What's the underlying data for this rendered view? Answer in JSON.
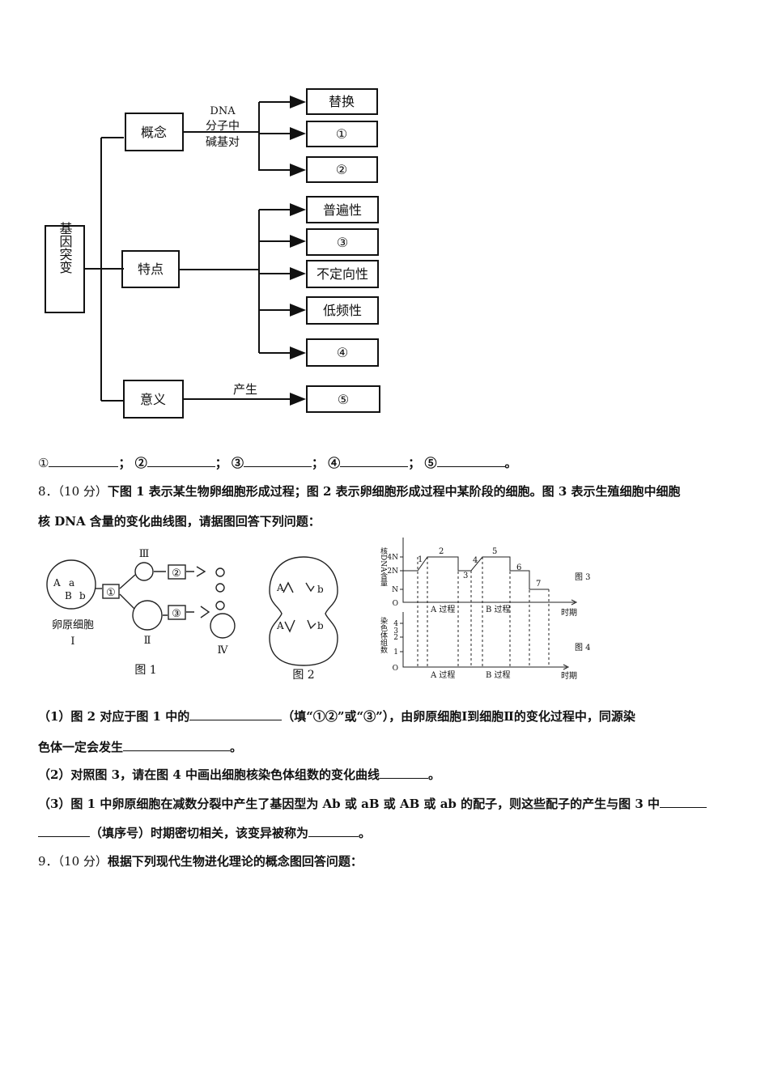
{
  "mindmap": {
    "root": "基因突变",
    "concept": "概念",
    "dna_note": [
      "DNA",
      "分子中",
      "碱基对"
    ],
    "concept_items": [
      "替换",
      "①",
      "②"
    ],
    "feature": "特点",
    "feature_items": [
      "普遍性",
      "③",
      "不定向性",
      "低频性",
      "④"
    ],
    "meaning": "意义",
    "meaning_arrow": "产生",
    "meaning_item": "⑤"
  },
  "answer_line": {
    "labels": [
      "①",
      "②",
      "③",
      "④",
      "⑤"
    ],
    "seps": [
      "；",
      "；",
      "；",
      "；",
      "。"
    ]
  },
  "q8": {
    "num": "8．",
    "score": "（10 分）",
    "text1": "下图 1 表示某生物卵细胞形成过程；图 2 表示卵细胞形成过程中某阶段的细胞。图 3 表示生殖细胞中细胞",
    "text2": "核 DNA 含量的变化曲线图，请据图回答下列问题：",
    "fig1": {
      "caption": "图 1",
      "cell_label": "卵原细胞",
      "cell_roman": "Ⅰ",
      "genes": [
        "A",
        "a",
        "B",
        "b"
      ],
      "steps": [
        "①",
        "②",
        "③"
      ],
      "romans": [
        "Ⅲ",
        "Ⅱ",
        "Ⅳ"
      ]
    },
    "fig2": {
      "caption": "图 2",
      "genes": [
        "A",
        "b",
        "A",
        "b"
      ]
    },
    "fig3": {
      "ylabel": "核DNA含量",
      "yticks": [
        "4N",
        "2N",
        "N",
        "O"
      ],
      "segments": [
        "1",
        "2",
        "3",
        "4",
        "5",
        "6",
        "7"
      ],
      "process_labels": [
        "A 过程",
        "B 过程"
      ],
      "xlabel": "时期",
      "caption": "图 3"
    },
    "fig4": {
      "ylabel": "染色体组数",
      "yticks": [
        "4",
        "3",
        "2",
        "1",
        "O"
      ],
      "process_labels": [
        "A 过程",
        "B 过程"
      ],
      "xlabel": "时期",
      "caption": "图 4"
    },
    "sub1_a": "（1）图 2 对应于图 1 中的",
    "sub1_b": "（填“①②”或“③”），由卵原细胞Ⅰ到细胞Ⅱ的变化过程中，同源染",
    "sub1_c": "色体一定会发生",
    "sub1_end": "。",
    "sub2_a": "（2）对照图 3，请在图 4 中画出细胞核染色体组数的变化曲线",
    "sub2_end": "。",
    "sub3_a": "（3）图 1 中卵原细胞在减数分裂中产生了基因型为 Ab 或 aB 或 AB 或 ab 的配子，则这些配子的产生与图 3 中",
    "sub3_b": "（填序号）时期密切相关，该变异被称为",
    "sub3_end": "。"
  },
  "q9": {
    "num": "9．",
    "score": "（10 分）",
    "text": "根据下列现代生物进化理论的概念图回答问题："
  }
}
